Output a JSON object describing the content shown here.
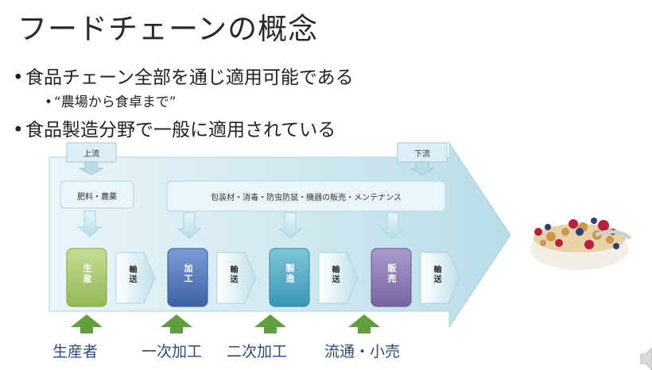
{
  "slide": {
    "title": "フードチェーンの概念",
    "bullets": [
      "食品チェーン全部を通じ適用可能である",
      "食品製造分野で一般に適用されている"
    ],
    "sub_bullet": "“農場から食卓まで”"
  },
  "diagram": {
    "upstream_label": "上流",
    "downstream_label": "下流",
    "supplier_box_1": "肥料・農薬",
    "supplier_box_2": "包装材・消毒・防虫防鼠・機器の販売・メンテナンス",
    "stages": [
      "生産",
      "加工",
      "製造",
      "販売"
    ],
    "transport_label": "輸送",
    "actors": [
      "生産者",
      "一次加工",
      "二次加工",
      "流通・小売"
    ],
    "colors": {
      "production": "#a5c567",
      "processing": "#4f73b8",
      "manufacturing": "#4aa5c0",
      "sales": "#8a78b0",
      "big_arrow": "#d6eaf0",
      "input_arrow": "#5a9a3a"
    }
  },
  "image": {
    "alt": "cereal-bowl-photo"
  }
}
